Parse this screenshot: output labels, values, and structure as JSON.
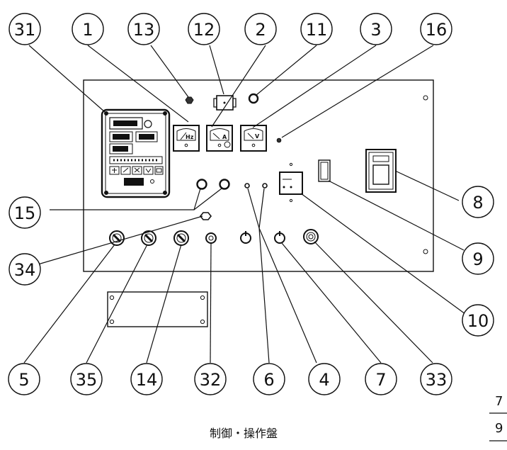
{
  "caption": "制御・操作盤",
  "page_numerator": "7",
  "page_denominator": "9",
  "meters": {
    "hz": "Hz",
    "a": "A",
    "v": "V"
  },
  "callouts": [
    {
      "id": "c31",
      "label": "31"
    },
    {
      "id": "c1",
      "label": "1"
    },
    {
      "id": "c13",
      "label": "13"
    },
    {
      "id": "c12",
      "label": "12"
    },
    {
      "id": "c2",
      "label": "2"
    },
    {
      "id": "c11",
      "label": "11"
    },
    {
      "id": "c3",
      "label": "3"
    },
    {
      "id": "c16",
      "label": "16"
    },
    {
      "id": "c15",
      "label": "15"
    },
    {
      "id": "c34",
      "label": "34"
    },
    {
      "id": "c8",
      "label": "8"
    },
    {
      "id": "c9",
      "label": "9"
    },
    {
      "id": "c10",
      "label": "10"
    },
    {
      "id": "c5",
      "label": "5"
    },
    {
      "id": "c35",
      "label": "35"
    },
    {
      "id": "c14",
      "label": "14"
    },
    {
      "id": "c32",
      "label": "32"
    },
    {
      "id": "c6",
      "label": "6"
    },
    {
      "id": "c4",
      "label": "4"
    },
    {
      "id": "c7",
      "label": "7"
    },
    {
      "id": "c33",
      "label": "33"
    }
  ],
  "colors": {
    "line": "#111111",
    "fill": "#ffffff",
    "dark": "#222222"
  }
}
